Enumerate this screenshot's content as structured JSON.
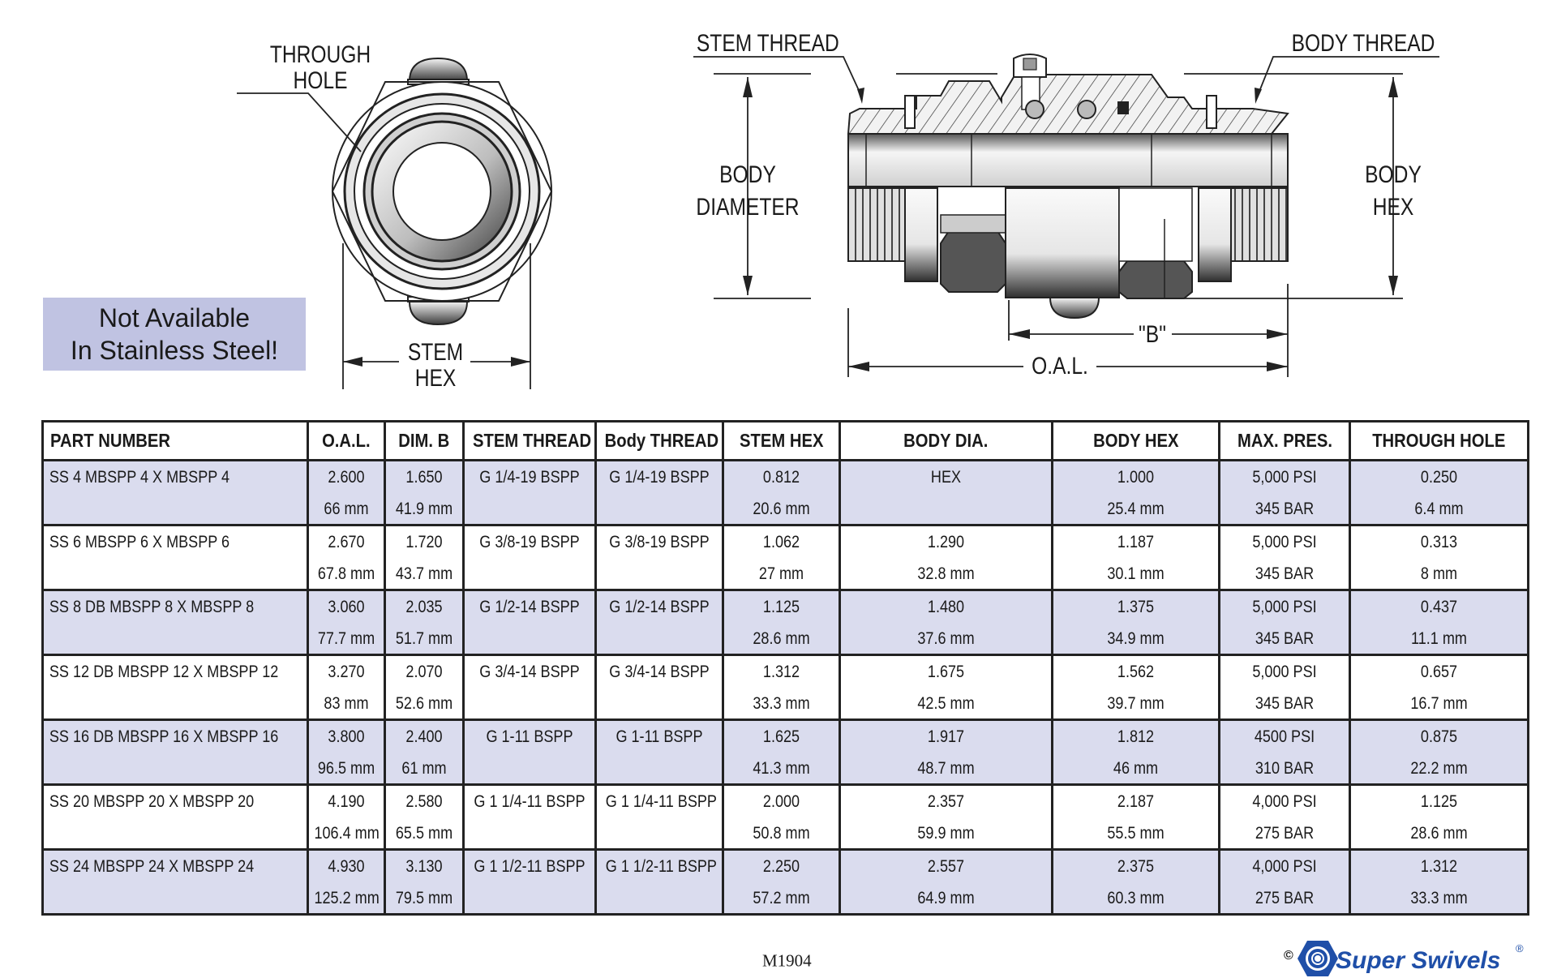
{
  "notice": {
    "line1": "Not Available",
    "line2": "In Stainless Steel!",
    "bg_color": "#c0c3e2"
  },
  "end_view": {
    "through_hole_label": [
      "THROUGH",
      "HOLE"
    ],
    "stem_hex_label": [
      "STEM",
      "HEX"
    ]
  },
  "side_view": {
    "stem_thread_label": "STEM THREAD",
    "body_thread_label": "BODY THREAD",
    "body_diameter_label": [
      "BODY",
      "DIAMETER"
    ],
    "body_hex_label": [
      "BODY",
      "HEX"
    ],
    "dim_b_label": "\"B\"",
    "oal_label": "O.A.L."
  },
  "table": {
    "headers": [
      "PART NUMBER",
      "O.A.L.",
      "DIM. B",
      "STEM THREAD",
      "Body THREAD",
      "STEM HEX",
      "BODY DIA.",
      "BODY HEX",
      "MAX. PRES.",
      "THROUGH HOLE"
    ],
    "row_shade_color": "#dadcee",
    "rows": [
      {
        "part": "SS 4 MBSPP 4 X MBSPP 4",
        "oal": [
          "2.600",
          "66 mm"
        ],
        "dim_b": [
          "1.650",
          "41.9 mm"
        ],
        "stem_thread": "G 1/4-19 BSPP",
        "body_thread": "G 1/4-19 BSPP",
        "stem_hex": [
          "0.812",
          "20.6 mm"
        ],
        "body_dia": [
          "HEX",
          ""
        ],
        "body_hex": [
          "1.000",
          "25.4 mm"
        ],
        "max_pres": [
          "5,000 PSI",
          "345 BAR"
        ],
        "through_hole": [
          "0.250",
          "6.4 mm"
        ]
      },
      {
        "part": "SS 6 MBSPP 6 X MBSPP 6",
        "oal": [
          "2.670",
          "67.8 mm"
        ],
        "dim_b": [
          "1.720",
          "43.7 mm"
        ],
        "stem_thread": "G 3/8-19 BSPP",
        "body_thread": "G 3/8-19 BSPP",
        "stem_hex": [
          "1.062",
          "27 mm"
        ],
        "body_dia": [
          "1.290",
          "32.8 mm"
        ],
        "body_hex": [
          "1.187",
          "30.1 mm"
        ],
        "max_pres": [
          "5,000 PSI",
          "345 BAR"
        ],
        "through_hole": [
          "0.313",
          "8 mm"
        ]
      },
      {
        "part": "SS 8 DB MBSPP 8 X MBSPP 8",
        "oal": [
          "3.060",
          "77.7 mm"
        ],
        "dim_b": [
          "2.035",
          "51.7 mm"
        ],
        "stem_thread": "G 1/2-14 BSPP",
        "body_thread": "G 1/2-14 BSPP",
        "stem_hex": [
          "1.125",
          "28.6 mm"
        ],
        "body_dia": [
          "1.480",
          "37.6 mm"
        ],
        "body_hex": [
          "1.375",
          "34.9 mm"
        ],
        "max_pres": [
          "5,000 PSI",
          "345 BAR"
        ],
        "through_hole": [
          "0.437",
          "11.1 mm"
        ]
      },
      {
        "part": "SS 12 DB MBSPP 12 X MBSPP 12",
        "oal": [
          "3.270",
          "83 mm"
        ],
        "dim_b": [
          "2.070",
          "52.6 mm"
        ],
        "stem_thread": "G 3/4-14 BSPP",
        "body_thread": "G 3/4-14 BSPP",
        "stem_hex": [
          "1.312",
          "33.3 mm"
        ],
        "body_dia": [
          "1.675",
          "42.5 mm"
        ],
        "body_hex": [
          "1.562",
          "39.7 mm"
        ],
        "max_pres": [
          "5,000 PSI",
          "345 BAR"
        ],
        "through_hole": [
          "0.657",
          "16.7 mm"
        ]
      },
      {
        "part": "SS 16 DB MBSPP 16 X MBSPP 16",
        "oal": [
          "3.800",
          "96.5 mm"
        ],
        "dim_b": [
          "2.400",
          "61 mm"
        ],
        "stem_thread": "G 1-11 BSPP",
        "body_thread": "G 1-11 BSPP",
        "stem_hex": [
          "1.625",
          "41.3 mm"
        ],
        "body_dia": [
          "1.917",
          "48.7 mm"
        ],
        "body_hex": [
          "1.812",
          "46 mm"
        ],
        "max_pres": [
          "4500 PSI",
          "310 BAR"
        ],
        "through_hole": [
          "0.875",
          "22.2 mm"
        ]
      },
      {
        "part": "SS 20 MBSPP 20 X MBSPP 20",
        "oal": [
          "4.190",
          "106.4 mm"
        ],
        "dim_b": [
          "2.580",
          "65.5 mm"
        ],
        "stem_thread": "G 1 1/4-11 BSPP",
        "body_thread": "G 1 1/4-11 BSPP",
        "stem_hex": [
          "2.000",
          "50.8 mm"
        ],
        "body_dia": [
          "2.357",
          "59.9 mm"
        ],
        "body_hex": [
          "2.187",
          "55.5 mm"
        ],
        "max_pres": [
          "4,000 PSI",
          "275 BAR"
        ],
        "through_hole": [
          "1.125",
          "28.6 mm"
        ]
      },
      {
        "part": "SS 24 MBSPP 24 X MBSPP 24",
        "oal": [
          "4.930",
          "125.2 mm"
        ],
        "dim_b": [
          "3.130",
          "79.5 mm"
        ],
        "stem_thread": "G 1 1/2-11 BSPP",
        "body_thread": "G 1 1/2-11 BSPP",
        "stem_hex": [
          "2.250",
          "57.2 mm"
        ],
        "body_dia": [
          "2.557",
          "64.9 mm"
        ],
        "body_hex": [
          "2.375",
          "60.3 mm"
        ],
        "max_pres": [
          "4,000 PSI",
          "275 BAR"
        ],
        "through_hole": [
          "1.312",
          "33.3 mm"
        ]
      }
    ]
  },
  "footer": {
    "code": "M1904",
    "copyright": "©",
    "brand": "Super Swivels",
    "registered": "®",
    "brand_color": "#1f4fa8"
  }
}
